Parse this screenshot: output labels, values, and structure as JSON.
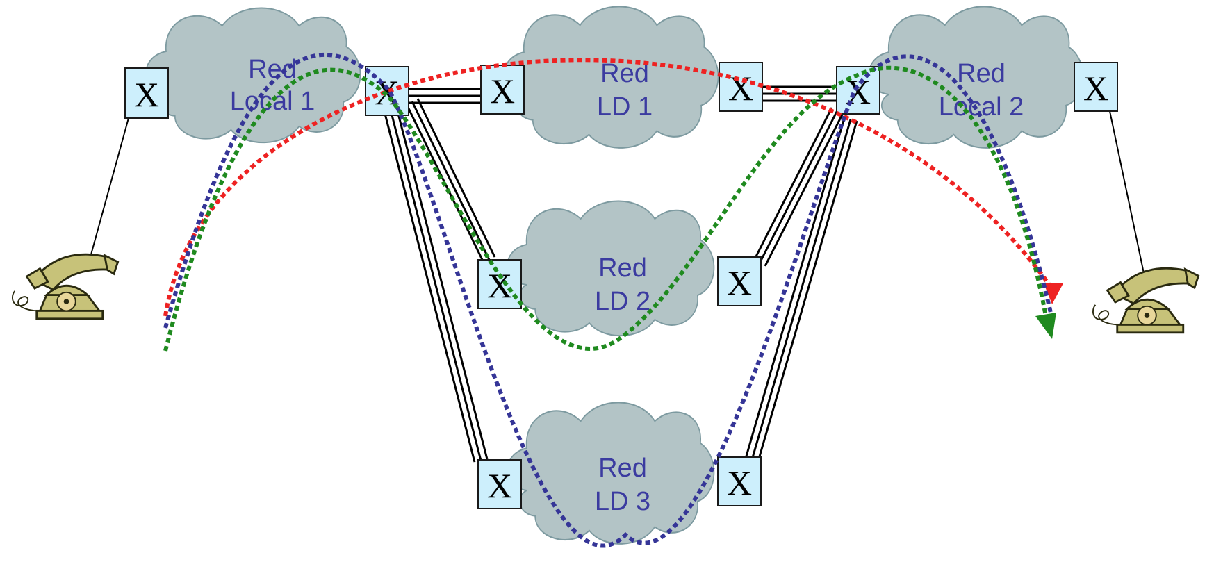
{
  "colors": {
    "cloud_fill": "#b3c4c6",
    "cloud_stroke": "#7d9aa0",
    "switch_fill": "#cdeffc",
    "switch_stroke": "#1a1a1a",
    "cloud_text": "#3b3ba0",
    "trunk": "#000000",
    "path_red": "#ee2222",
    "path_blue": "#353597",
    "path_green": "#1f8a1f",
    "phone_body": "#c7c279",
    "phone_outline": "#2a2a10"
  },
  "networks": [
    {
      "id": "local1",
      "line1": "Red",
      "line2": "Local 1"
    },
    {
      "id": "ld1",
      "line1": "Red",
      "line2": "LD 1"
    },
    {
      "id": "local2",
      "line1": "Red",
      "line2": "Local 2"
    },
    {
      "id": "ld2",
      "line1": "Red",
      "line2": "LD 2"
    },
    {
      "id": "ld3",
      "line1": "Red",
      "line2": "LD 3"
    }
  ],
  "switch_label": "X",
  "phones": [
    {
      "id": "phone-left",
      "icon": "telephone-icon"
    },
    {
      "id": "phone-right",
      "icon": "telephone-icon"
    }
  ],
  "paths": [
    {
      "id": "path-red",
      "color": "red",
      "route": "Local 1 → Local 2 (direct)"
    },
    {
      "id": "path-blue",
      "color": "blue",
      "route": "Local 1 → LD 3 → Local 2"
    },
    {
      "id": "path-green",
      "color": "green",
      "route": "Local 1 → LD 2 → Local 2"
    }
  ]
}
